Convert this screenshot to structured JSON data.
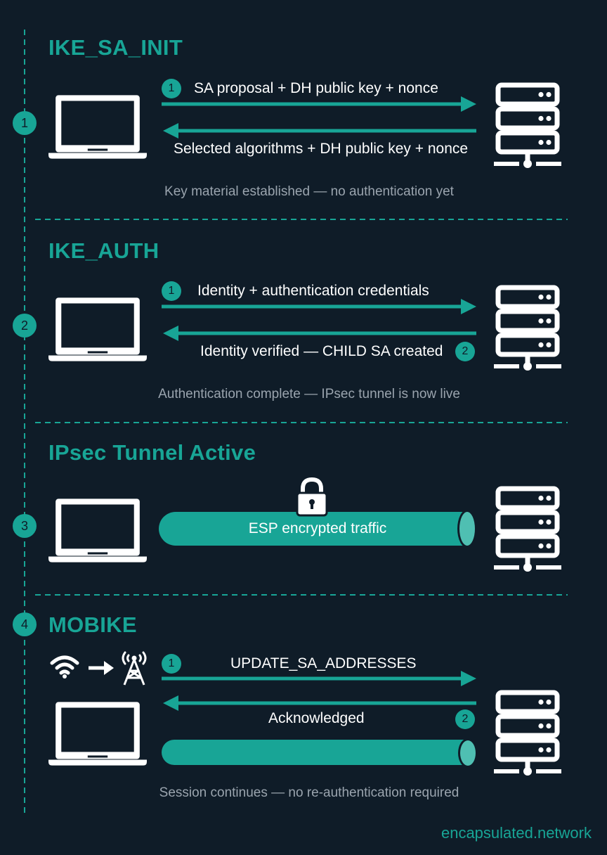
{
  "colors": {
    "background": "#0f1c28",
    "accent": "#18a596",
    "text": "#ffffff",
    "muted": "#9aa4ae"
  },
  "sections": [
    {
      "step": "1",
      "title": "IKE_SA_INIT",
      "messages": [
        {
          "badge": "1",
          "text": "SA proposal + DH public key + nonce"
        },
        {
          "text": "Selected algorithms + DH public key + nonce"
        }
      ],
      "note": "Key material established — no authentication yet"
    },
    {
      "step": "2",
      "title": "IKE_AUTH",
      "messages": [
        {
          "badge": "1",
          "text": "Identity + authentication credentials"
        },
        {
          "badge": "2",
          "text": "Identity verified — CHILD SA created"
        }
      ],
      "note": "Authentication complete — IPsec tunnel is now live"
    },
    {
      "step": "3",
      "title": "IPsec Tunnel Active",
      "tunnel_label": "ESP encrypted traffic"
    },
    {
      "step": "4",
      "title": "MOBIKE",
      "messages": [
        {
          "badge": "1",
          "text": "UPDATE_SA_ADDRESSES"
        },
        {
          "badge": "2",
          "text": "Acknowledged"
        }
      ],
      "note": "Session continues — no re-authentication required"
    }
  ],
  "icons": [
    "laptop-icon",
    "server-icon",
    "lock-icon",
    "wifi-icon",
    "arrow-right-icon",
    "cell-tower-icon"
  ],
  "footer": "encapsulated.network"
}
